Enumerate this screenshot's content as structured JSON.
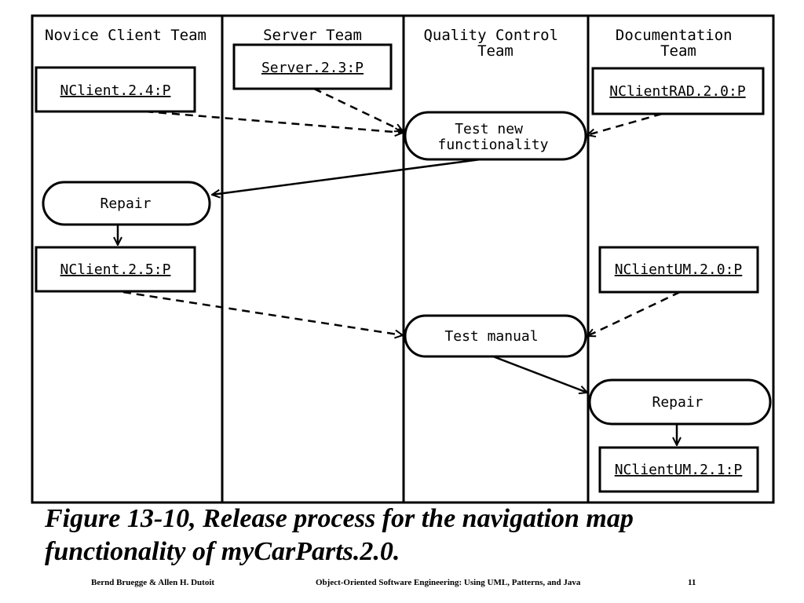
{
  "lanes": [
    {
      "id": "lane-novice-client",
      "lines": [
        "Novice Client Team"
      ]
    },
    {
      "id": "lane-server",
      "lines": [
        "Server Team"
      ]
    },
    {
      "id": "lane-quality-control",
      "lines": [
        "Quality Control",
        "Team"
      ]
    },
    {
      "id": "lane-documentation",
      "lines": [
        "Documentation",
        "Team"
      ]
    }
  ],
  "objects": [
    {
      "id": "nclient-2-4",
      "label": "NClient.2.4:P"
    },
    {
      "id": "server-2-3",
      "label": "Server.2.3:P"
    },
    {
      "id": "nclientrad-2-0",
      "label": "NClientRAD.2.0:P"
    },
    {
      "id": "nclient-2-5",
      "label": "NClient.2.5:P"
    },
    {
      "id": "nclientum-2-0",
      "label": "NClientUM.2.0:P"
    },
    {
      "id": "nclientum-2-1",
      "label": "NClientUM.2.1:P"
    }
  ],
  "activities": [
    {
      "id": "test-new-functionality",
      "lines": [
        "Test new",
        "functionality"
      ]
    },
    {
      "id": "repair-client",
      "lines": [
        "Repair"
      ]
    },
    {
      "id": "test-manual",
      "lines": [
        "Test manual"
      ]
    },
    {
      "id": "repair-doc",
      "lines": [
        "Repair"
      ]
    }
  ],
  "flows": [
    {
      "from": "nclient-2-4",
      "to": "test-new-functionality",
      "kind": "object-flow"
    },
    {
      "from": "server-2-3",
      "to": "test-new-functionality",
      "kind": "object-flow"
    },
    {
      "from": "nclientrad-2-0",
      "to": "test-new-functionality",
      "kind": "object-flow"
    },
    {
      "from": "test-new-functionality",
      "to": "repair-client",
      "kind": "control-flow"
    },
    {
      "from": "repair-client",
      "to": "nclient-2-5",
      "kind": "control-flow"
    },
    {
      "from": "nclient-2-5",
      "to": "test-manual",
      "kind": "object-flow"
    },
    {
      "from": "nclientum-2-0",
      "to": "test-manual",
      "kind": "object-flow"
    },
    {
      "from": "test-manual",
      "to": "repair-doc",
      "kind": "control-flow"
    },
    {
      "from": "repair-doc",
      "to": "nclientum-2-1",
      "kind": "control-flow"
    }
  ],
  "caption": "Figure 13-10, Release process for the navigation map functionality of myCarParts.2.0.",
  "footer": {
    "authors": "Bernd Bruegge & Allen H. Dutoit",
    "book": "Object-Oriented Software Engineering: Using UML, Patterns, and Java",
    "page": "11"
  }
}
